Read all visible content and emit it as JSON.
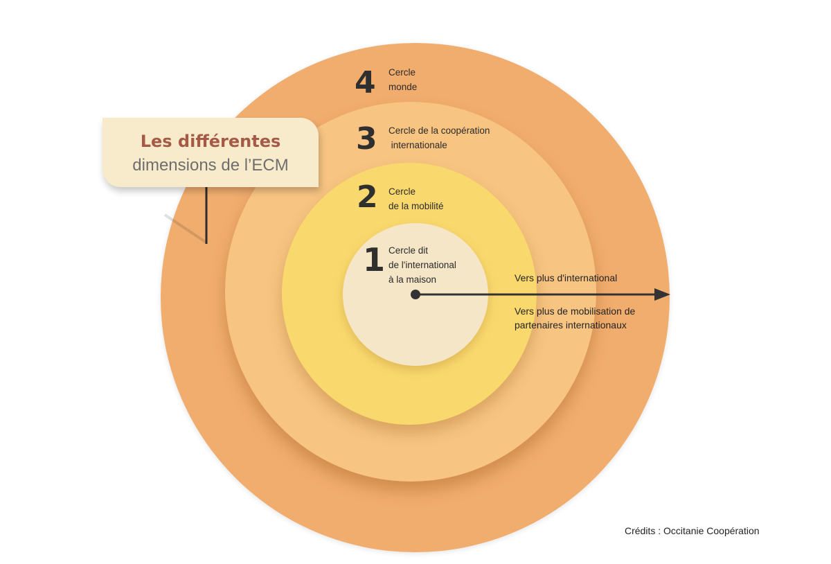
{
  "title": {
    "line1": "Les différentes",
    "line2": "dimensions de l’ECM"
  },
  "circles": [
    {
      "number": "1",
      "lines": [
        "Cercle dit",
        "de l'international",
        "à la maison"
      ],
      "color": "#f5e6c8"
    },
    {
      "number": "2",
      "lines": [
        "Cercle",
        "de la mobilité"
      ],
      "color": "#f9d96e"
    },
    {
      "number": "3",
      "lines": [
        "Cercle de la coopération",
        " internationale"
      ],
      "color": "#f7c482"
    },
    {
      "number": "4",
      "lines": [
        "Cercle",
        "monde"
      ],
      "color": "#f1ad6e"
    }
  ],
  "arrow": {
    "above": "Vers plus d'international",
    "below": [
      "Vers plus de mobilisation de",
      "partenaires internationaux"
    ]
  },
  "credits": "Crédits : Occitanie Coopération",
  "colors": {
    "title_accent": "#a55a45",
    "title_box": "#f8ebcc",
    "arrow": "#333333"
  }
}
